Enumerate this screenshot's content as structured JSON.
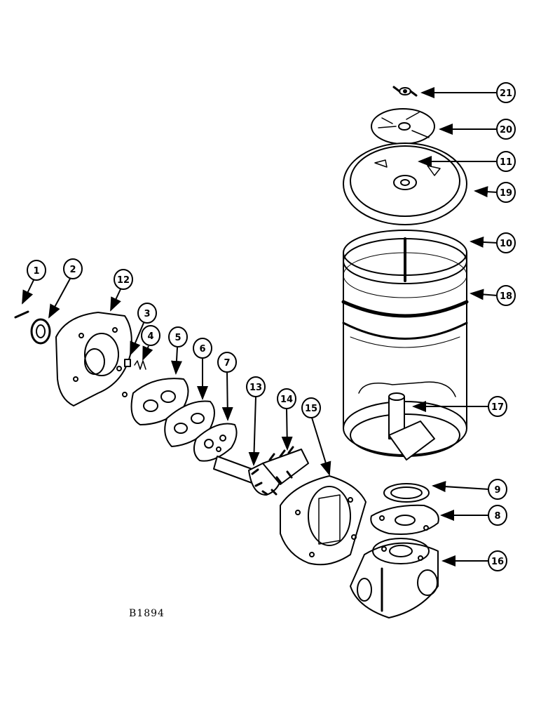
{
  "figure_ref": "B1894",
  "parts": [
    {
      "id": "p1",
      "label": "1"
    },
    {
      "id": "p2",
      "label": "2"
    },
    {
      "id": "p3",
      "label": "3"
    },
    {
      "id": "p4",
      "label": "4"
    },
    {
      "id": "p5",
      "label": "5"
    },
    {
      "id": "p6",
      "label": "6"
    },
    {
      "id": "p7",
      "label": "7"
    },
    {
      "id": "p8",
      "label": "8"
    },
    {
      "id": "p9",
      "label": "9"
    },
    {
      "id": "p10",
      "label": "10"
    },
    {
      "id": "p11",
      "label": "11"
    },
    {
      "id": "p12",
      "label": "12"
    },
    {
      "id": "p13",
      "label": "13"
    },
    {
      "id": "p14",
      "label": "14"
    },
    {
      "id": "p15",
      "label": "15"
    },
    {
      "id": "p16",
      "label": "16"
    },
    {
      "id": "p17",
      "label": "17"
    },
    {
      "id": "p18",
      "label": "18"
    },
    {
      "id": "p19",
      "label": "19"
    },
    {
      "id": "p20",
      "label": "20"
    },
    {
      "id": "p21",
      "label": "21"
    }
  ]
}
